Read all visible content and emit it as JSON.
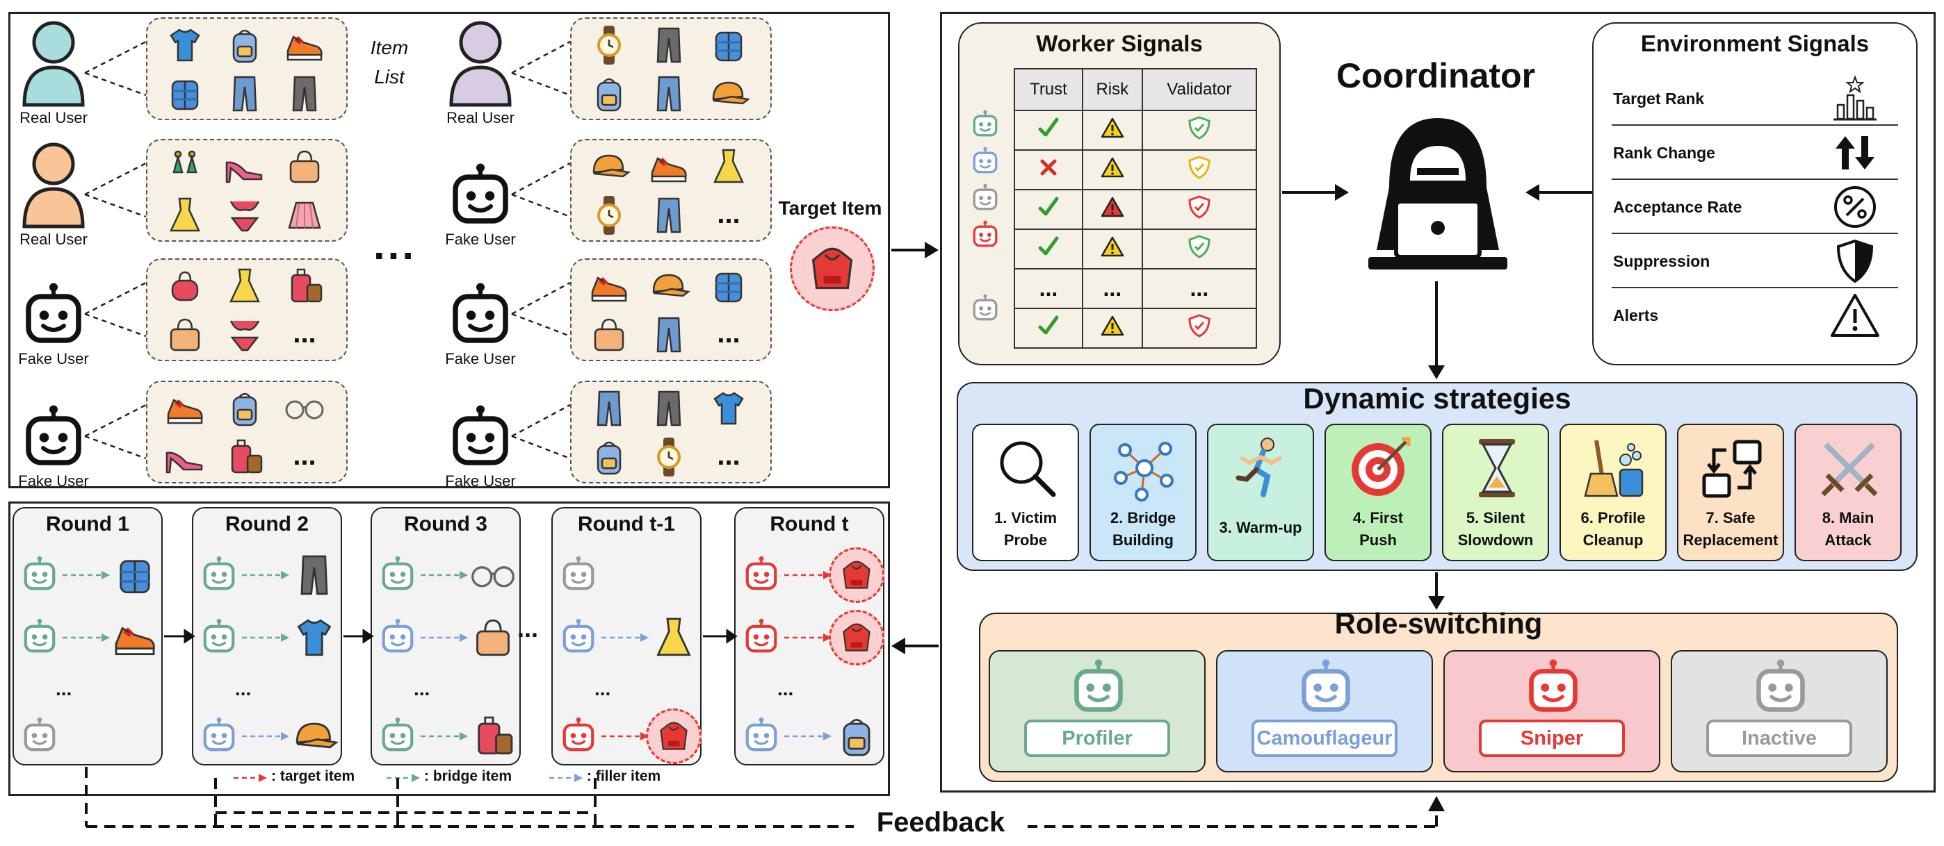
{
  "users_panel": {
    "item_list_label": "Item\nList",
    "target_item_label": "Target Item",
    "ellipsis": "...",
    "more": "...",
    "left_users": [
      {
        "label": "Real User",
        "kind": "real",
        "color": "#a7dedd",
        "items": [
          "tshirt-icon",
          "backpack-icon",
          "sneaker-icon",
          "jacket-icon",
          "jeans-icon",
          "trousers-icon"
        ]
      },
      {
        "label": "Real User",
        "kind": "real",
        "color": "#f9c596",
        "items": [
          "earrings-icon",
          "heels-icon",
          "handbag-icon",
          "dress-icon",
          "bikini-icon",
          "skirt-icon"
        ]
      },
      {
        "label": "Fake User",
        "kind": "fake",
        "color": "#ffffff",
        "items": [
          "purse-icon",
          "dress-icon",
          "luggage-icon",
          "handbag-icon",
          "bikini-icon",
          "more"
        ]
      },
      {
        "label": "Fake User",
        "kind": "fake",
        "color": "#ffffff",
        "items": [
          "sneaker-icon",
          "backpack-icon",
          "glasses-icon",
          "heels-icon",
          "luggage-icon",
          "more"
        ]
      }
    ],
    "right_users": [
      {
        "label": "Real User",
        "kind": "real",
        "color": "#d8cbe4",
        "items": [
          "watch-icon",
          "trousers-icon",
          "jacket-icon",
          "backpack-icon",
          "jeans-icon",
          "cap-icon"
        ]
      },
      {
        "label": "Fake User",
        "kind": "fake",
        "color": "#ffffff",
        "items": [
          "cap-icon",
          "sneaker-icon",
          "dress-icon",
          "watch-icon",
          "jeans-icon",
          "more"
        ]
      },
      {
        "label": "Fake User",
        "kind": "fake",
        "color": "#ffffff",
        "items": [
          "sneaker-icon",
          "cap-icon",
          "jacket-icon",
          "handbag-icon",
          "jeans-icon",
          "more"
        ]
      },
      {
        "label": "Fake User",
        "kind": "fake",
        "color": "#ffffff",
        "items": [
          "jeans-icon",
          "trousers-icon",
          "tshirt-icon",
          "backpack-icon",
          "watch-icon",
          "more"
        ]
      }
    ]
  },
  "worker_signals": {
    "title": "Worker Signals",
    "columns": [
      "Trust",
      "Risk",
      "Validator"
    ],
    "ellipsis": "...",
    "rows": [
      {
        "robot": "#6aa88f",
        "trust": "check",
        "risk": "warn-yellow",
        "validator": "#4caf50"
      },
      {
        "robot": "#7b9fd6",
        "trust": "cross",
        "risk": "warn-yellow",
        "validator": "#e2b80f"
      },
      {
        "robot": "#9a9a9a",
        "trust": "check",
        "risk": "warn-red",
        "validator": "#e53935"
      },
      {
        "robot": "#e53935",
        "trust": "check",
        "risk": "warn-yellow",
        "validator": "#4caf50"
      },
      {
        "robot": "",
        "trust": "ellipsis",
        "risk": "ellipsis",
        "validator": "ellipsis"
      },
      {
        "robot": "#9a9a9a",
        "trust": "check",
        "risk": "warn-yellow",
        "validator": "#e53935"
      }
    ]
  },
  "coordinator": {
    "title": "Coordinator"
  },
  "environment_signals": {
    "title": "Environment Signals",
    "rows": [
      {
        "label": "Target Rank",
        "icon": "rank-chart-icon"
      },
      {
        "label": "Rank Change",
        "icon": "up-down-arrows-icon"
      },
      {
        "label": "Acceptance Rate",
        "icon": "percent-icon"
      },
      {
        "label": "Suppression",
        "icon": "shield-icon"
      },
      {
        "label": "Alerts",
        "icon": "alert-triangle-icon"
      }
    ]
  },
  "dynamic_strategies": {
    "title": "Dynamic strategies",
    "items": [
      {
        "label": "1. Victim\nProbe",
        "color": "#ffffff",
        "icon": "magnifier-icon"
      },
      {
        "label": "2. Bridge\nBuilding",
        "color": "#c9e7f6",
        "icon": "network-icon"
      },
      {
        "label": "3. Warm-up",
        "color": "#c7f0de",
        "icon": "runner-icon"
      },
      {
        "label": "4. First\nPush",
        "color": "#bdf0b8",
        "icon": "target-icon"
      },
      {
        "label": "5. Silent\nSlowdown",
        "color": "#dcf6c6",
        "icon": "hourglass-icon"
      },
      {
        "label": "6. Profile\nCleanup",
        "color": "#fbf5bf",
        "icon": "broom-icon"
      },
      {
        "label": "7. Safe\nReplacement",
        "color": "#fde1c4",
        "icon": "swap-icon"
      },
      {
        "label": "8. Main\nAttack",
        "color": "#f9cfd2",
        "icon": "swords-icon"
      }
    ]
  },
  "role_switching": {
    "title": "Role-switching",
    "roles": [
      {
        "label": "Profiler",
        "bg": "#d6e7d3",
        "color": "#6aa88f"
      },
      {
        "label": "Camouflageur",
        "bg": "#cfe2f7",
        "color": "#7b9fd6"
      },
      {
        "label": "Sniper",
        "bg": "#f7c9cc",
        "color": "#e53935"
      },
      {
        "label": "Inactive",
        "bg": "#e2e2e2",
        "color": "#9a9a9a"
      }
    ]
  },
  "rounds": {
    "items": [
      {
        "title": "Round 1",
        "rows": [
          {
            "robot": "#6aa88f",
            "line": "#6aa88f",
            "item": "jacket-icon"
          },
          {
            "robot": "#6aa88f",
            "line": "#6aa88f",
            "item": "sneaker-icon"
          },
          {
            "robot": "",
            "line": "",
            "item": "ellipsis"
          },
          {
            "robot": "#9a9a9a",
            "line": "",
            "item": ""
          }
        ]
      },
      {
        "title": "Round 2",
        "rows": [
          {
            "robot": "#6aa88f",
            "line": "#6aa88f",
            "item": "trousers-icon"
          },
          {
            "robot": "#6aa88f",
            "line": "#6aa88f",
            "item": "tshirt-icon"
          },
          {
            "robot": "",
            "line": "",
            "item": "ellipsis"
          },
          {
            "robot": "#7b9fd6",
            "line": "#7b9fd6",
            "item": "cap-icon"
          }
        ]
      },
      {
        "title": "Round 3",
        "rows": [
          {
            "robot": "#6aa88f",
            "line": "#6aa88f",
            "item": "glasses-icon"
          },
          {
            "robot": "#7b9fd6",
            "line": "#7b9fd6",
            "item": "handbag-icon"
          },
          {
            "robot": "",
            "line": "",
            "item": "ellipsis"
          },
          {
            "robot": "#6aa88f",
            "line": "#6aa88f",
            "item": "luggage-icon"
          }
        ]
      },
      {
        "title": "Round t-1",
        "rows": [
          {
            "robot": "#9a9a9a",
            "line": "",
            "item": ""
          },
          {
            "robot": "#7b9fd6",
            "line": "#7b9fd6",
            "item": "dress-icon"
          },
          {
            "robot": "",
            "line": "",
            "item": "ellipsis"
          },
          {
            "robot": "#e53935",
            "line": "#e53935",
            "item": "hoodie-target-icon"
          }
        ]
      },
      {
        "title": "Round t",
        "rows": [
          {
            "robot": "#e53935",
            "line": "#e53935",
            "item": "hoodie-target-icon"
          },
          {
            "robot": "#e53935",
            "line": "#e53935",
            "item": "hoodie-target-icon"
          },
          {
            "robot": "",
            "line": "",
            "item": "ellipsis"
          },
          {
            "robot": "#7b9fd6",
            "line": "#7b9fd6",
            "item": "backpack-icon"
          }
        ]
      }
    ],
    "between_dots": "...",
    "legend": [
      {
        "label": ": target item",
        "color": "#e53935"
      },
      {
        "label": ": bridge item",
        "color": "#6aa88f"
      },
      {
        "label": ": filler item",
        "color": "#7b9fd6"
      }
    ]
  },
  "feedback": {
    "label": "Feedback"
  }
}
